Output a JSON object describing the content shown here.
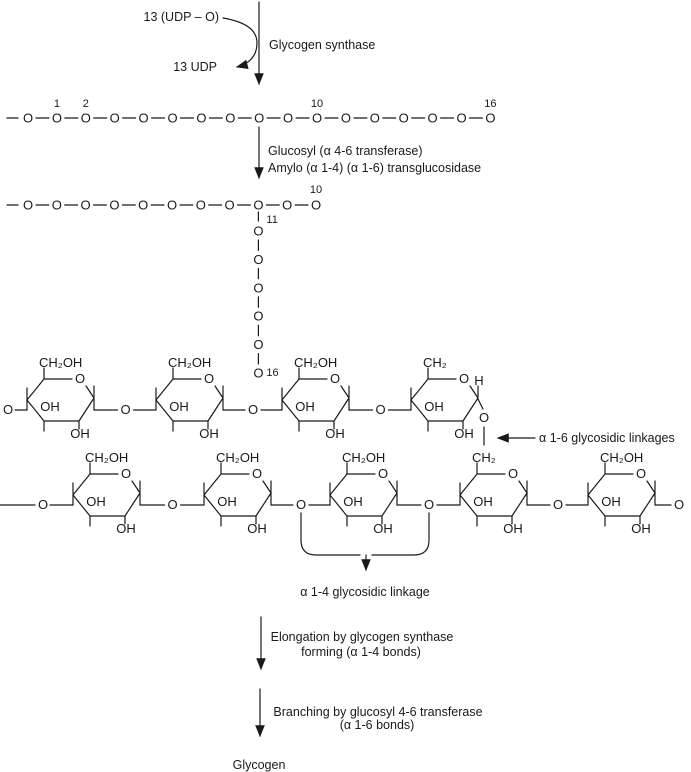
{
  "colors": {
    "ink": "#1a1a1a",
    "background": "#ffffff"
  },
  "top_reaction": {
    "substrate": "13 (UDP – O)",
    "enzyme": "Glycogen synthase",
    "product": "13 UDP"
  },
  "chain1": {
    "symbol": "O",
    "count": 17,
    "position_labels": [
      {
        "index": 1,
        "label": "1"
      },
      {
        "index": 2,
        "label": "2"
      },
      {
        "index": 10,
        "label": "10"
      },
      {
        "index": 16,
        "label": "16"
      }
    ]
  },
  "step2_enzymes": {
    "line1": "Glucosyl (α 4-6 transferase)",
    "line2": "Amylo (α 1-4) (α 1-6) transglucosidase"
  },
  "chain2": {
    "symbol": "O",
    "count": 11,
    "position_labels": [
      {
        "index": 10,
        "label": "10"
      }
    ],
    "branch_index": 8
  },
  "branch_chain": {
    "symbol": "O",
    "count": 6,
    "first_label": "11",
    "last_label": "16"
  },
  "ring_rows": {
    "top": {
      "lead_symbol": "O",
      "bridge_symbol": "O",
      "rings": [
        {
          "top": "CH₂OH",
          "ring_o": "O",
          "inner": "OH",
          "bottom": "OH"
        },
        {
          "top": "CH₂OH",
          "ring_o": "O",
          "inner": "OH",
          "bottom": "OH"
        },
        {
          "top": "CH₂OH",
          "ring_o": "O",
          "inner": "OH",
          "bottom": "OH"
        },
        {
          "top": "CH₂",
          "ring_o": "O",
          "inner": "OH",
          "bottom": "OH",
          "anomeric_h": "H",
          "branch_o": "O"
        }
      ]
    },
    "bottom": {
      "lead_symbol": "O",
      "trail_symbol": "O",
      "bridge_symbol": "O",
      "rings": [
        {
          "top": "CH₂OH",
          "ring_o": "O",
          "inner": "OH",
          "bottom": "OH"
        },
        {
          "top": "CH₂OH",
          "ring_o": "O",
          "inner": "OH",
          "bottom": "OH"
        },
        {
          "top": "CH₂OH",
          "ring_o": "O",
          "inner": "OH",
          "bottom": "OH"
        },
        {
          "top": "CH₂",
          "ring_o": "O",
          "inner": "OH",
          "bottom": "OH"
        },
        {
          "top": "CH₂OH",
          "ring_o": "O",
          "inner": "OH",
          "bottom": "OH"
        }
      ]
    }
  },
  "annotations": {
    "alpha16": "α 1-6 glycosidic linkages",
    "alpha14": "α 1-4 glycosidic linkage"
  },
  "elongation_step": {
    "line1": "Elongation by glycogen synthase",
    "line2": "forming (α 1-4 bonds)"
  },
  "branching_step": {
    "line1": "Branching by glucosyl 4-6 transferase",
    "line2": "(α 1-6 bonds)"
  },
  "final_product": "Glycogen"
}
